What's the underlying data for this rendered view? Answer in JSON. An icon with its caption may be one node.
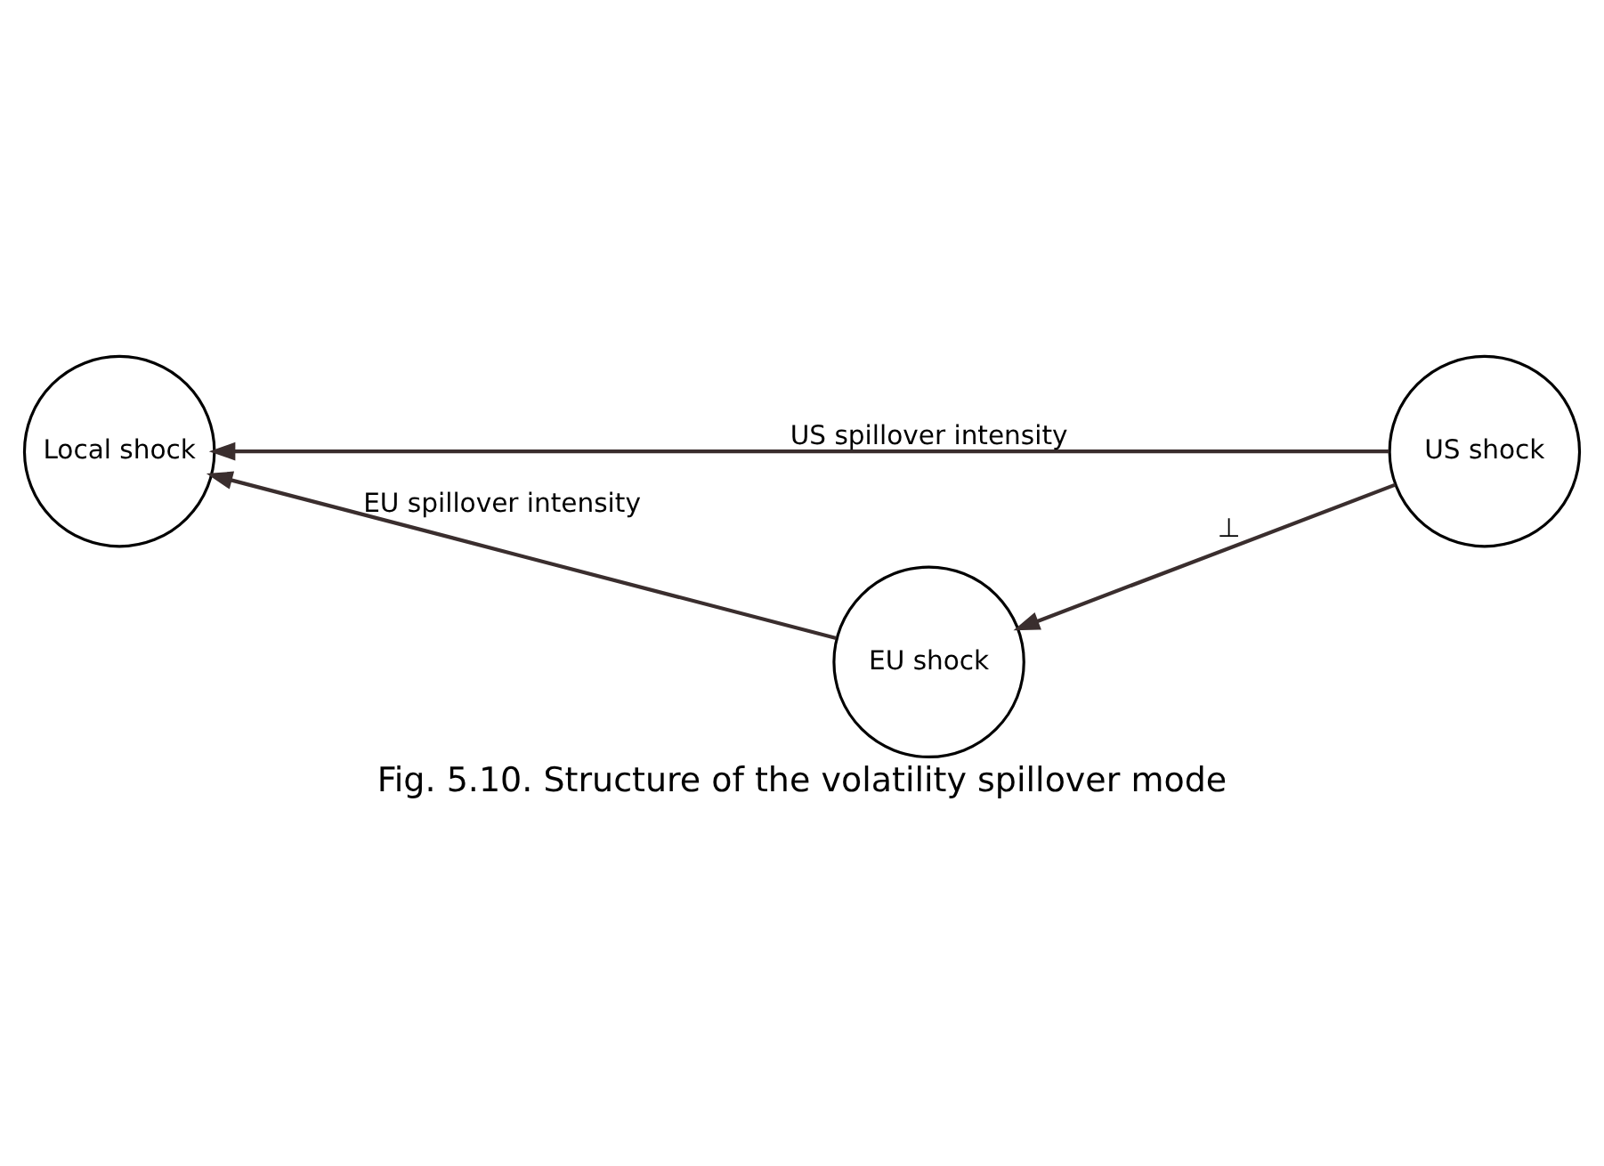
{
  "diagram": {
    "caption": "Fig. 5.10. Structure of the volatility spillover mode",
    "nodes": [
      {
        "text": [
          "Local shock"
        ]
      },
      {
        "text": [
          "EU shock"
        ]
      },
      {
        "text": [
          "US shock"
        ]
      }
    ],
    "edges": [
      {
        "from": 1,
        "to": 0,
        "arrow": "to",
        "label": "EU spillover intensity"
      },
      {
        "from": 2,
        "to": 0,
        "arrow": "to",
        "label": "US spillover intensity"
      },
      {
        "from": 2,
        "to": 1,
        "arrow": "to",
        "label": "⊥"
      }
    ]
  }
}
